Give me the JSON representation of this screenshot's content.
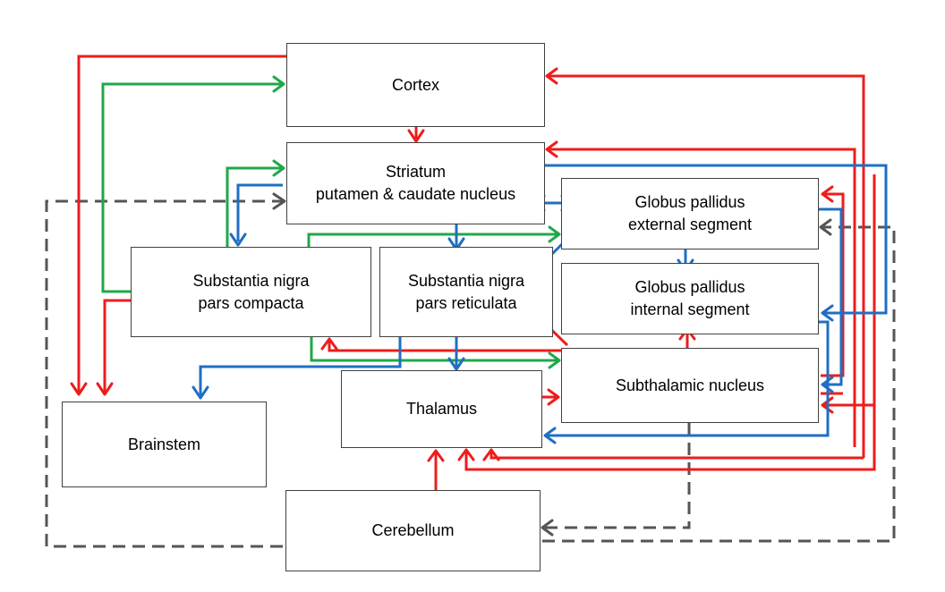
{
  "nodes": {
    "cortex": {
      "lines": [
        "Cortex"
      ]
    },
    "striatum": {
      "lines": [
        "Striatum",
        "putamen & caudate nucleus"
      ]
    },
    "gpe": {
      "lines": [
        "Globus pallidus",
        "external segment"
      ]
    },
    "snc": {
      "lines": [
        "Substantia nigra",
        "pars compacta"
      ]
    },
    "snr": {
      "lines": [
        "Substantia nigra",
        "pars reticulata"
      ]
    },
    "gpi": {
      "lines": [
        "Globus pallidus",
        "internal segment"
      ]
    },
    "stn": {
      "lines": [
        "Subthalamic nucleus"
      ]
    },
    "thalamus": {
      "lines": [
        "Thalamus"
      ]
    },
    "brainstem": {
      "lines": [
        "Brainstem"
      ]
    },
    "cerebellum": {
      "lines": [
        "Cerebellum"
      ]
    }
  },
  "colors": {
    "red": "#ee1c1c",
    "blue": "#1f6fc3",
    "green": "#1fa84a",
    "dashed": "#555555",
    "box_border": "#404040"
  }
}
